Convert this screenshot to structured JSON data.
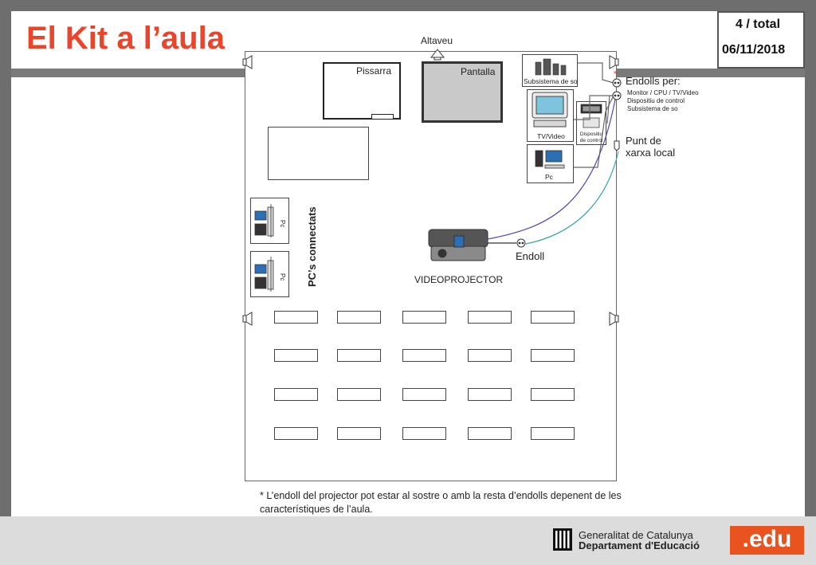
{
  "slide": {
    "title": "El Kit a l’aula",
    "page": "4 / total",
    "date": "06/11/2018"
  },
  "diagram": {
    "speaker_label": "Altaveu",
    "whiteboard_label": "Pissarra",
    "screen_label": "Pantalla",
    "sound_label": "Subsistema de so",
    "tv_label": "TV/Video",
    "control_label": "Dispositiu de control",
    "pc_label": "Pc",
    "outlets_title": "Endolls per:",
    "outlets_items": [
      "Monitor / CPU / TV/Video",
      "Dispositiu de control",
      "Subsistema de so"
    ],
    "network_label": "Punt de xarxa local",
    "pcs_connected_label": "PC’s connectats",
    "side_pc_label": "Pc",
    "projector_label": "VIDEOPROJECTOR",
    "projector_outlet_label": "Endoll",
    "footnote": "* L’endoll del projector pot estar al sostre o amb la resta d’endolls depenent de les característiques de l’aula."
  },
  "footer": {
    "org_line1": "Generalitat de Catalunya",
    "org_line2": "Departament d'Educació",
    "edu_logo": ".edu"
  }
}
